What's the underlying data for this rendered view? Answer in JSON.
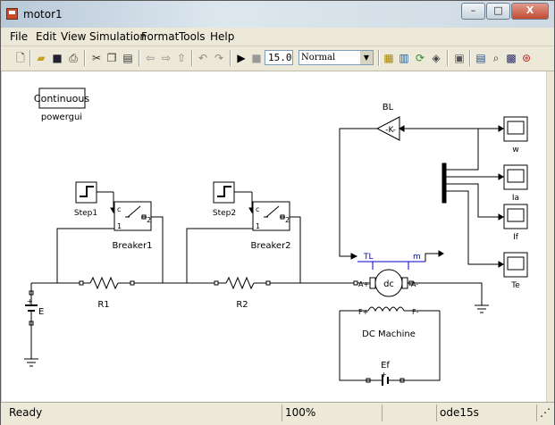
{
  "window": {
    "title": "motor1",
    "controls": {
      "minimize": "–",
      "maximize": "□",
      "close": "X"
    }
  },
  "menu": [
    "File",
    "Edit",
    "View",
    "Simulation",
    "Format",
    "Tools",
    "Help"
  ],
  "toolbar": {
    "stop_time": "15.0",
    "sim_mode": "Normal",
    "icons": [
      "new-icon",
      "open-icon",
      "save-icon",
      "print-icon",
      "cut-icon",
      "copy-icon",
      "paste-icon",
      "back-icon",
      "forward-icon",
      "up-icon",
      "undo-icon",
      "redo-icon",
      "play-icon",
      "stop-icon",
      "build-icon",
      "library-icon",
      "refresh-icon",
      "debug-icon",
      "model-explorer-icon",
      "browser-icon",
      "zoom-icon",
      "settings-icon",
      "help-icon"
    ]
  },
  "diagram": {
    "powergui": {
      "block_text": "Continuous",
      "label": "powergui"
    },
    "step1": "Step1",
    "step2": "Step2",
    "breaker1": "Breaker1",
    "breaker2": "Breaker2",
    "breaker_ports": {
      "c": "c",
      "in": "1",
      "out": "2"
    },
    "r1": "R1",
    "r2": "R2",
    "dc_source": "E",
    "gain": {
      "name": "BL",
      "text": "-K-"
    },
    "dc_machine": {
      "name": "DC Machine",
      "center": "dc",
      "tl": "TL",
      "m": "m",
      "a_plus": "A+",
      "a_minus": "A-",
      "f_plus": "F+",
      "f_minus": "F-"
    },
    "ef": "Ef",
    "scopes": [
      "w",
      "Ia",
      "If",
      "Te"
    ],
    "polarity_plus": "+"
  },
  "status": {
    "ready": "Ready",
    "zoom": "100%",
    "solver": "ode15s"
  }
}
